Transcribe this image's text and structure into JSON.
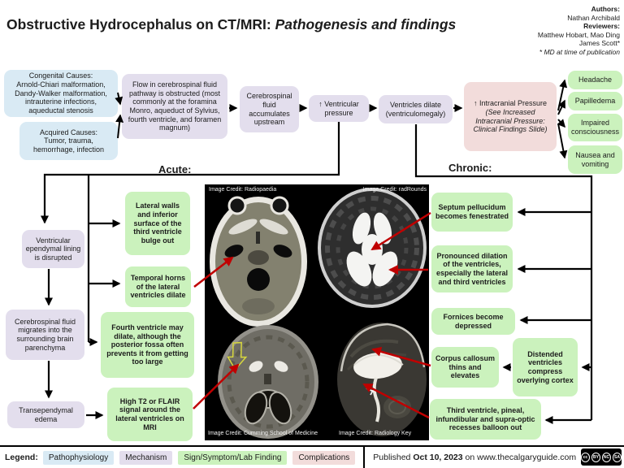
{
  "title": {
    "main": "Obstructive Hydrocephalus on CT/MRI: ",
    "italic": "Pathogenesis and findings"
  },
  "authors": {
    "authors_label": "Authors:",
    "author": "Nathan Archibald",
    "reviewers_label": "Reviewers:",
    "reviewer_line1": "Matthew Hobart, Mao Ding",
    "reviewer_line2": "James Scott*",
    "note": "* MD at time of publication"
  },
  "sections": {
    "acute": "Acute:",
    "chronic": "Chronic:"
  },
  "boxes": {
    "congenital": "Congenital Causes:\nArnold-Chiari malformation,\nDandy-Walker malformation,\nintrauterine infections,\naqueductal stenosis",
    "acquired": "Acquired Causes:\nTumor, trauma,\nhemorrhage, infection",
    "flow_obstructed": "Flow in cerebrospinal fluid pathway is obstructed (most commonly at the foramina Monro, aqueduct of Sylvius, fourth ventricle, and foramen magnum)",
    "csf_accumulates": "Cerebrospinal fluid accumulates upstream",
    "ventricular_pressure": "↑ Ventricular pressure",
    "ventricles_dilate": "Ventricles dilate (ventriculomegaly)",
    "icp_main": "↑ Intracranial Pressure",
    "icp_italic": "(See Increased Intracranial Pressure: Clinical Findings Slide)",
    "headache": "Headache",
    "papilledema": "Papilledema",
    "impaired_consciousness": "Impaired consciousness",
    "nausea_vomiting": "Nausea and vomiting",
    "ependymal_disrupted": "Ventricular ependymal lining is disrupted",
    "csf_migrates": "Cerebrospinal fluid migrates into the surrounding brain parenchyma",
    "transependymal_edema": "Transependymal edema",
    "lateral_walls": "Lateral walls and inferior surface of the third ventricle bulge out",
    "temporal_horns": "Temporal horns of the lateral ventricles dilate",
    "fourth_ventricle": "Fourth ventricle may dilate, although the posterior fossa often prevents it from getting too large",
    "high_t2": "High T2 or FLAIR signal around the lateral ventricles on MRI",
    "septum_pellucidum": "Septum pellucidum becomes fenestrated",
    "pronounced_dilation": "Pronounced dilation of the ventricles, especially the lateral and third ventricles",
    "fornices": "Fornices become depressed",
    "distended_ventricles": "Distended ventricles compress overlying cortex",
    "corpus_callosum": "Corpus callosum thins and elevates",
    "third_ventricle_recesses": "Third ventricle, pineal, infundibular and supra-optic recesses balloon out"
  },
  "images": {
    "credit_top_left": "Image Credit: Radiopaedia",
    "credit_top_right": "Image Credit: radRounds",
    "credit_bottom_left": "Image Credit: Cumming School of Medicine",
    "credit_bottom_right": "Image Credit: Radiology Key"
  },
  "legend": {
    "label": "Legend:",
    "items": [
      {
        "label": "Pathophysiology",
        "color": "#D9EAF4"
      },
      {
        "label": "Mechanism",
        "color": "#E3DEED"
      },
      {
        "label": "Sign/Symptom/Lab Finding",
        "color": "#CBF2BD"
      },
      {
        "label": "Complications",
        "color": "#F2DCDB"
      }
    ],
    "published_prefix": "Published",
    "published_date": "Oct 10, 2023",
    "published_suffix": "on www.thecalgaryguide.com",
    "cc": [
      "cc",
      "BY",
      "NC",
      "SA"
    ]
  },
  "colors": {
    "pathophysiology": "#D9EAF4",
    "mechanism": "#E3DEED",
    "sign_symptom": "#CBF2BD",
    "complication": "#F2DCDB",
    "annotation_arrow": "#C00000",
    "flow_line": "#000000"
  }
}
